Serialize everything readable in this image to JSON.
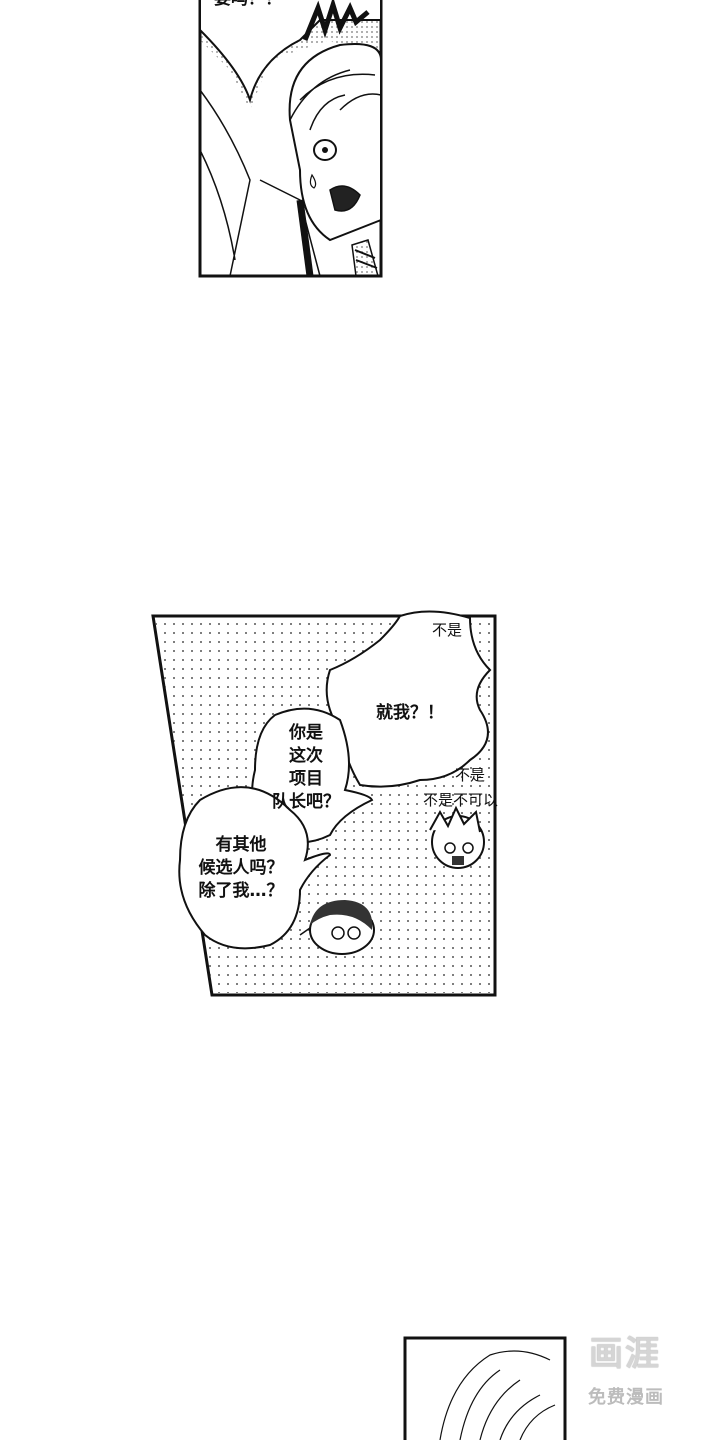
{
  "panel1": {
    "caption_partial": "要吗？！"
  },
  "panel2": {
    "bubble_left": {
      "lines": [
        "你是",
        "这次",
        "项目",
        "队长吧？"
      ]
    },
    "bubble_bottom": {
      "lines": [
        "有其他",
        "候选人吗？",
        "除了我…？"
      ]
    },
    "bubble_top": {
      "text": "就我？！"
    },
    "sfx_top": "不是",
    "sfx_mid": "不是",
    "sfx_low": "不是不可以"
  },
  "watermark": {
    "logo": "画涯",
    "subtitle": "免费漫画"
  }
}
